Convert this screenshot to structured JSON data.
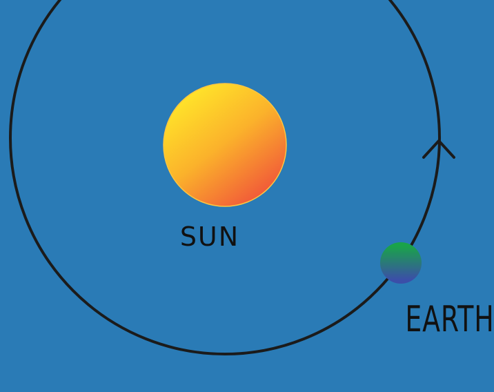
{
  "diagram": {
    "background_color": "#2a7bb6",
    "orbit_color": "#1b1b1b",
    "sun": {
      "label": "SUN",
      "gradient": [
        "#ffe22a",
        "#fbb22b",
        "#f0503a"
      ]
    },
    "earth": {
      "label": "EARTH",
      "gradient": [
        "#1aa34a",
        "#3b4fa8"
      ]
    },
    "orbit_direction": "counterclockwise",
    "arrow_icon": "chevron-up-icon"
  }
}
